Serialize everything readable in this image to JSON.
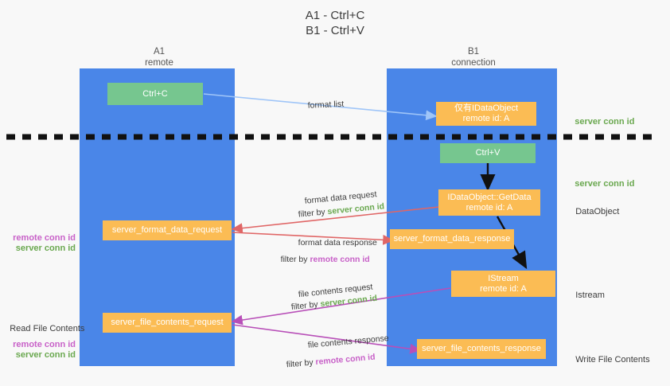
{
  "title": {
    "line1": "A1 - Ctrl+C",
    "line2": "B1 - Ctrl+V"
  },
  "colors": {
    "lane": "#4a86e8",
    "green_box": "#76c68f",
    "orange_box": "#fbbc54",
    "server_conn_id": "#6aa84f",
    "remote_conn_id": "#c861c8",
    "blue_arrow": "#9fc5f8",
    "red_arrow": "#e06666",
    "purple_arrow": "#b84fb8",
    "black_arrow": "#000000",
    "background": "#f8f8f8"
  },
  "lanes": [
    {
      "id": "a1",
      "title": "A1",
      "subtitle": "remote"
    },
    {
      "id": "b1",
      "title": "B1",
      "subtitle": "connection"
    }
  ],
  "nodes": [
    {
      "id": "ctrl-c",
      "lane": "a1",
      "color": "green",
      "line1": "Ctrl+C",
      "line2": ""
    },
    {
      "id": "idataobject-formats",
      "lane": "b1",
      "color": "orange",
      "line1": "仅有IDataObject",
      "line2": "remote id: A"
    },
    {
      "id": "ctrl-v",
      "lane": "b1",
      "color": "green",
      "line1": "Ctrl+V",
      "line2": ""
    },
    {
      "id": "idataobject-getdata",
      "lane": "b1",
      "color": "orange",
      "line1": "IDataObject::GetData",
      "line2": "remote id: A"
    },
    {
      "id": "server-format-data-request",
      "lane": "a1",
      "color": "orange",
      "line1": "server_format_data_request",
      "line2": ""
    },
    {
      "id": "server-format-data-response",
      "lane": "b1",
      "color": "orange",
      "line1": "server_format_data_response",
      "line2": ""
    },
    {
      "id": "istream",
      "lane": "b1",
      "color": "orange",
      "line1": "IStream",
      "line2": "remote id: A"
    },
    {
      "id": "server-file-contents-request",
      "lane": "a1",
      "color": "orange",
      "line1": "server_file_contents_request",
      "line2": ""
    },
    {
      "id": "server-file-contents-response",
      "lane": "b1",
      "color": "orange",
      "line1": "server_file_contents_response",
      "line2": ""
    }
  ],
  "edge_labels": {
    "format_list": "format list",
    "format_data_request": "format data request",
    "format_data_request_filter_prefix": "filter by ",
    "format_data_request_filter_value": "server conn id",
    "format_data_response": "format data response",
    "format_data_response_filter_prefix": "filter by ",
    "format_data_response_filter_value": "remote conn id",
    "file_contents_request": "file contents request",
    "file_contents_request_filter_prefix": "filter by ",
    "file_contents_request_filter_value": "server conn id",
    "file_contents_response": "file contents response",
    "file_contents_response_filter_prefix": "filter by ",
    "file_contents_response_filter_value": "remote conn id"
  },
  "right_labels": [
    {
      "id": "server-conn-id-top",
      "text": "server conn id",
      "style": "green"
    },
    {
      "id": "server-conn-id-mid",
      "text": "server conn id",
      "style": "green"
    },
    {
      "id": "dataobject",
      "text": "DataObject",
      "style": "dark"
    },
    {
      "id": "istream-label",
      "text": "Istream",
      "style": "dark"
    },
    {
      "id": "write-file-contents",
      "text": "Write File Contents",
      "style": "dark"
    }
  ],
  "left_labels": [
    {
      "id": "remote-conn-id-mid",
      "text": "remote conn id",
      "style": "purple"
    },
    {
      "id": "server-conn-id-left-mid",
      "text": "server conn id",
      "style": "green"
    },
    {
      "id": "read-file-contents",
      "text": "Read File Contents",
      "style": "dark"
    },
    {
      "id": "remote-conn-id-low",
      "text": "remote conn id",
      "style": "purple"
    },
    {
      "id": "server-conn-id-low",
      "text": "server conn id",
      "style": "green"
    }
  ]
}
